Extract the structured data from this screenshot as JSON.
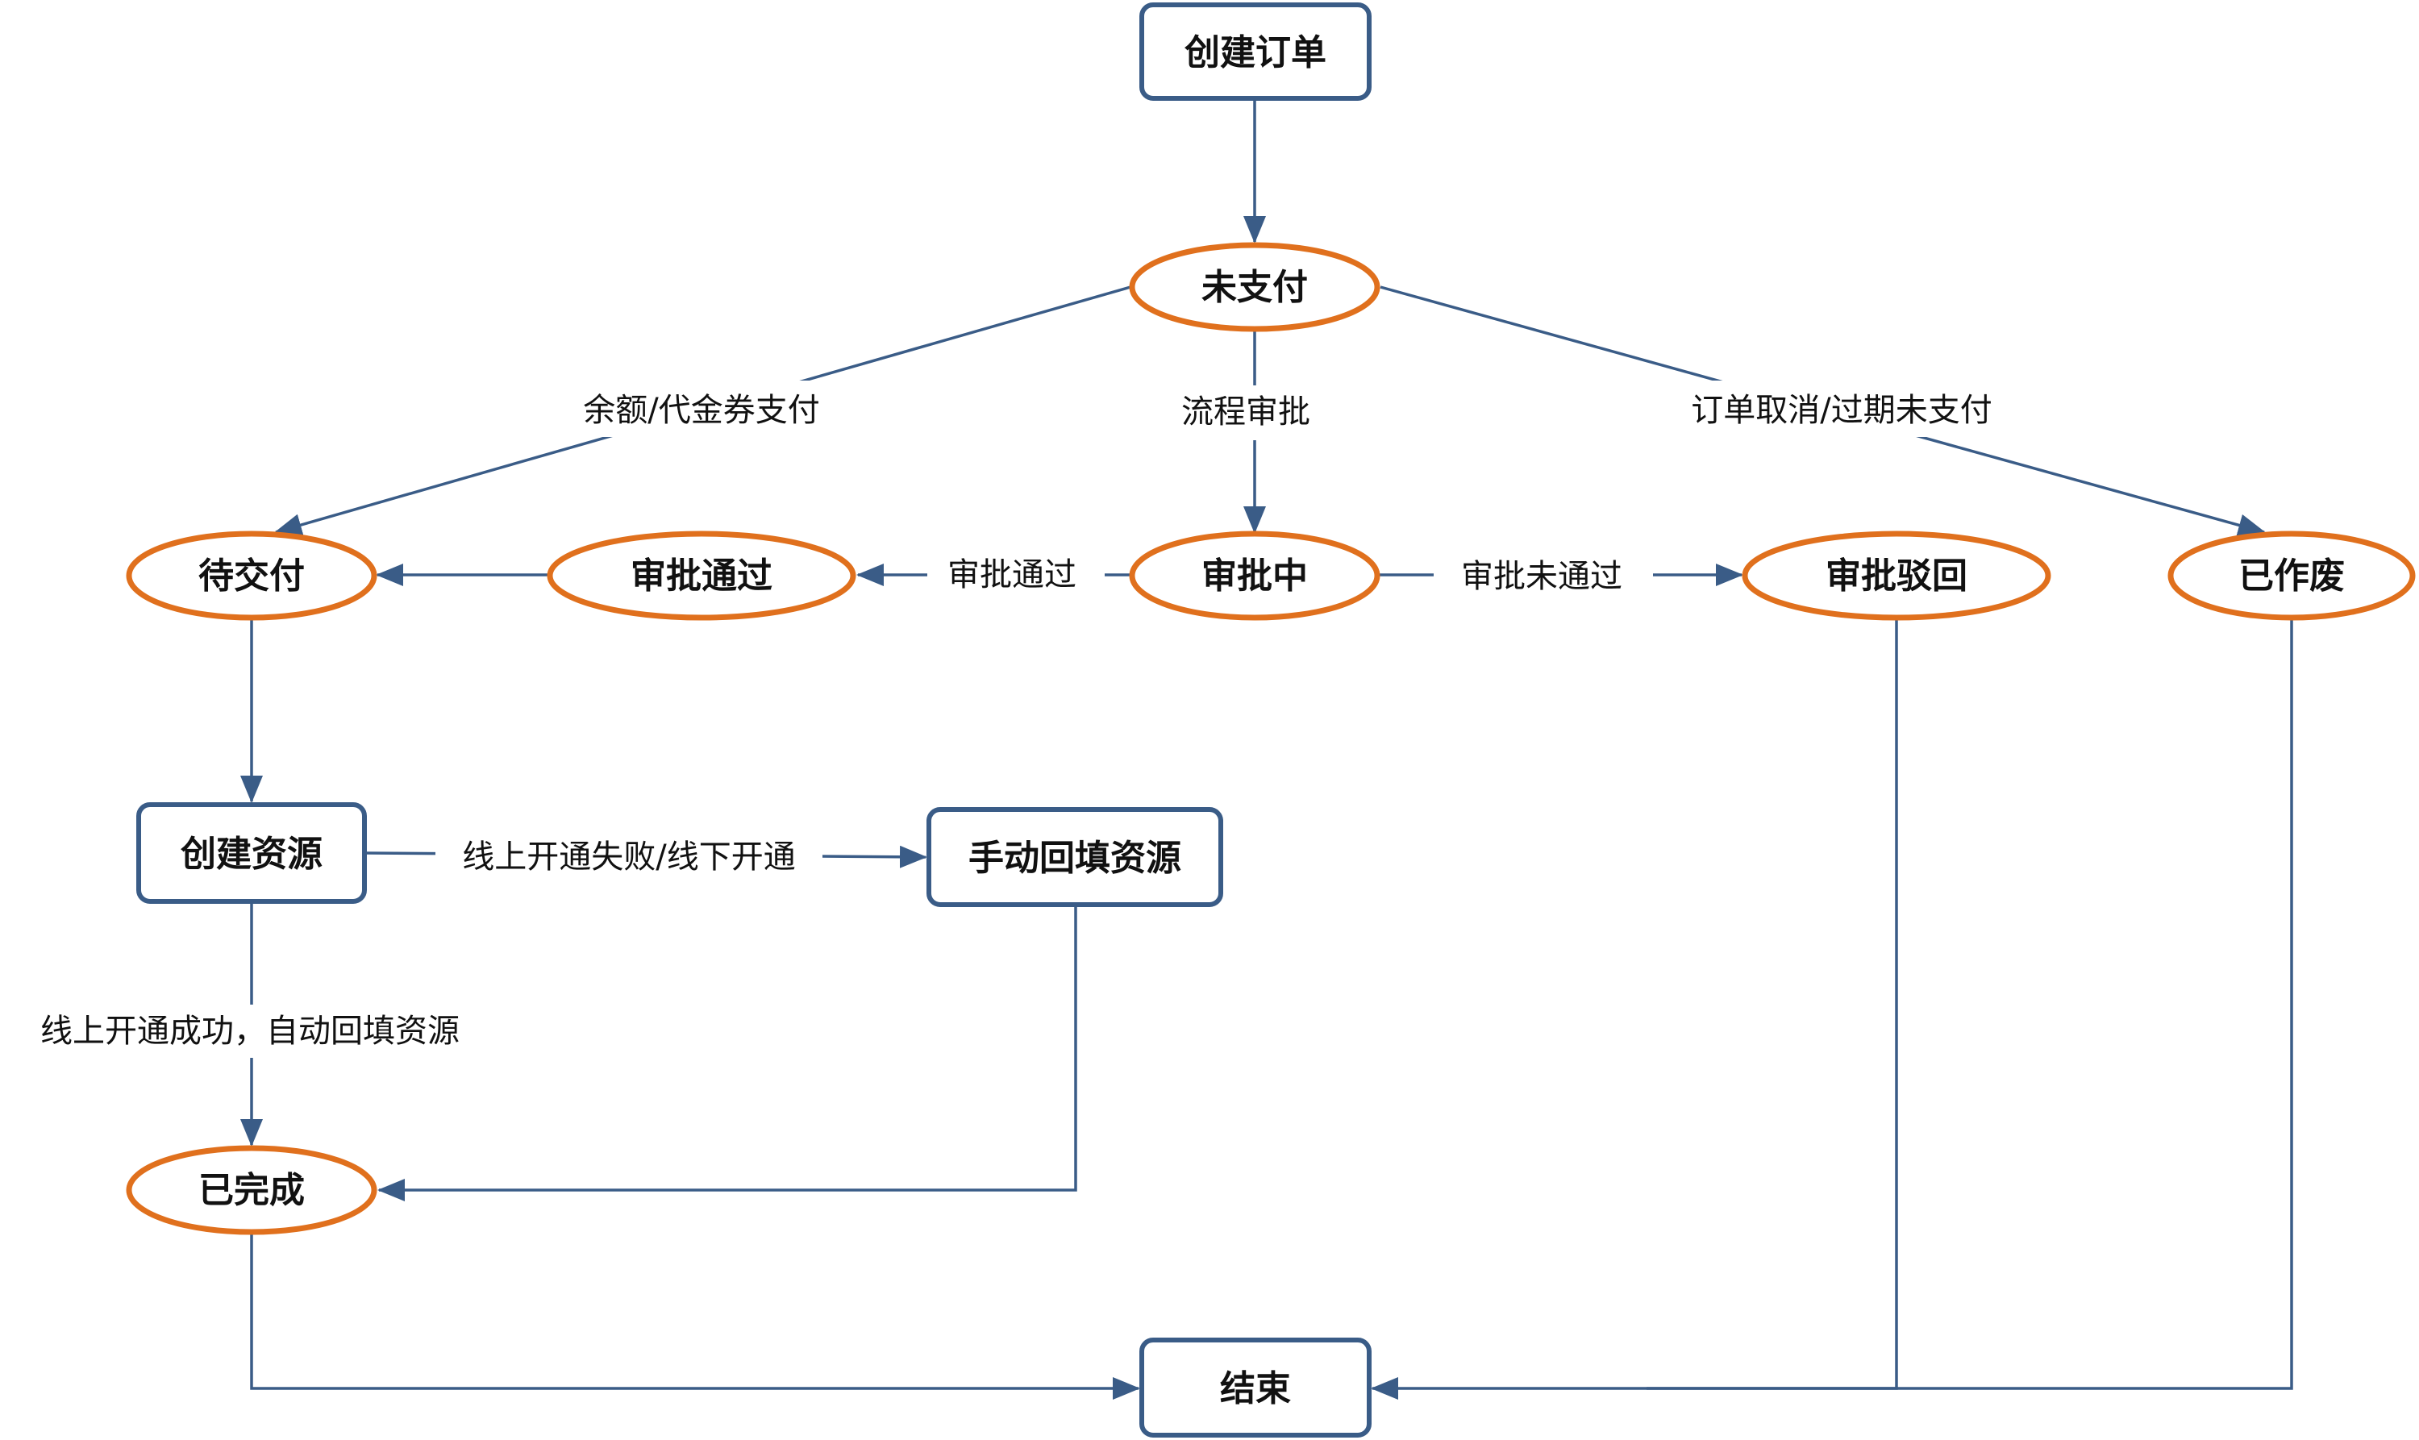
{
  "nodes": {
    "create_order": "创建订单",
    "unpaid": "未支付",
    "pending_delivery": "待交付",
    "approved": "审批通过",
    "approving": "审批中",
    "rejected": "审批驳回",
    "voided": "已作废",
    "create_resource": "创建资源",
    "manual_fill": "手动回填资源",
    "completed": "已完成",
    "end": "结束"
  },
  "edge_labels": {
    "balance_pay": "余额/代金券支付",
    "flow_approval": "流程审批",
    "cancel_expire": "订单取消/过期未支付",
    "approve_pass": "审批通过",
    "approve_fail": "审批未通过",
    "online_fail": "线上开通失败/线下开通",
    "online_success": "线上开通成功，自动回填资源"
  },
  "colors": {
    "rect_border": "#3a5c87",
    "ellipse_border": "#e0701d",
    "edge": "#3a5c87"
  }
}
